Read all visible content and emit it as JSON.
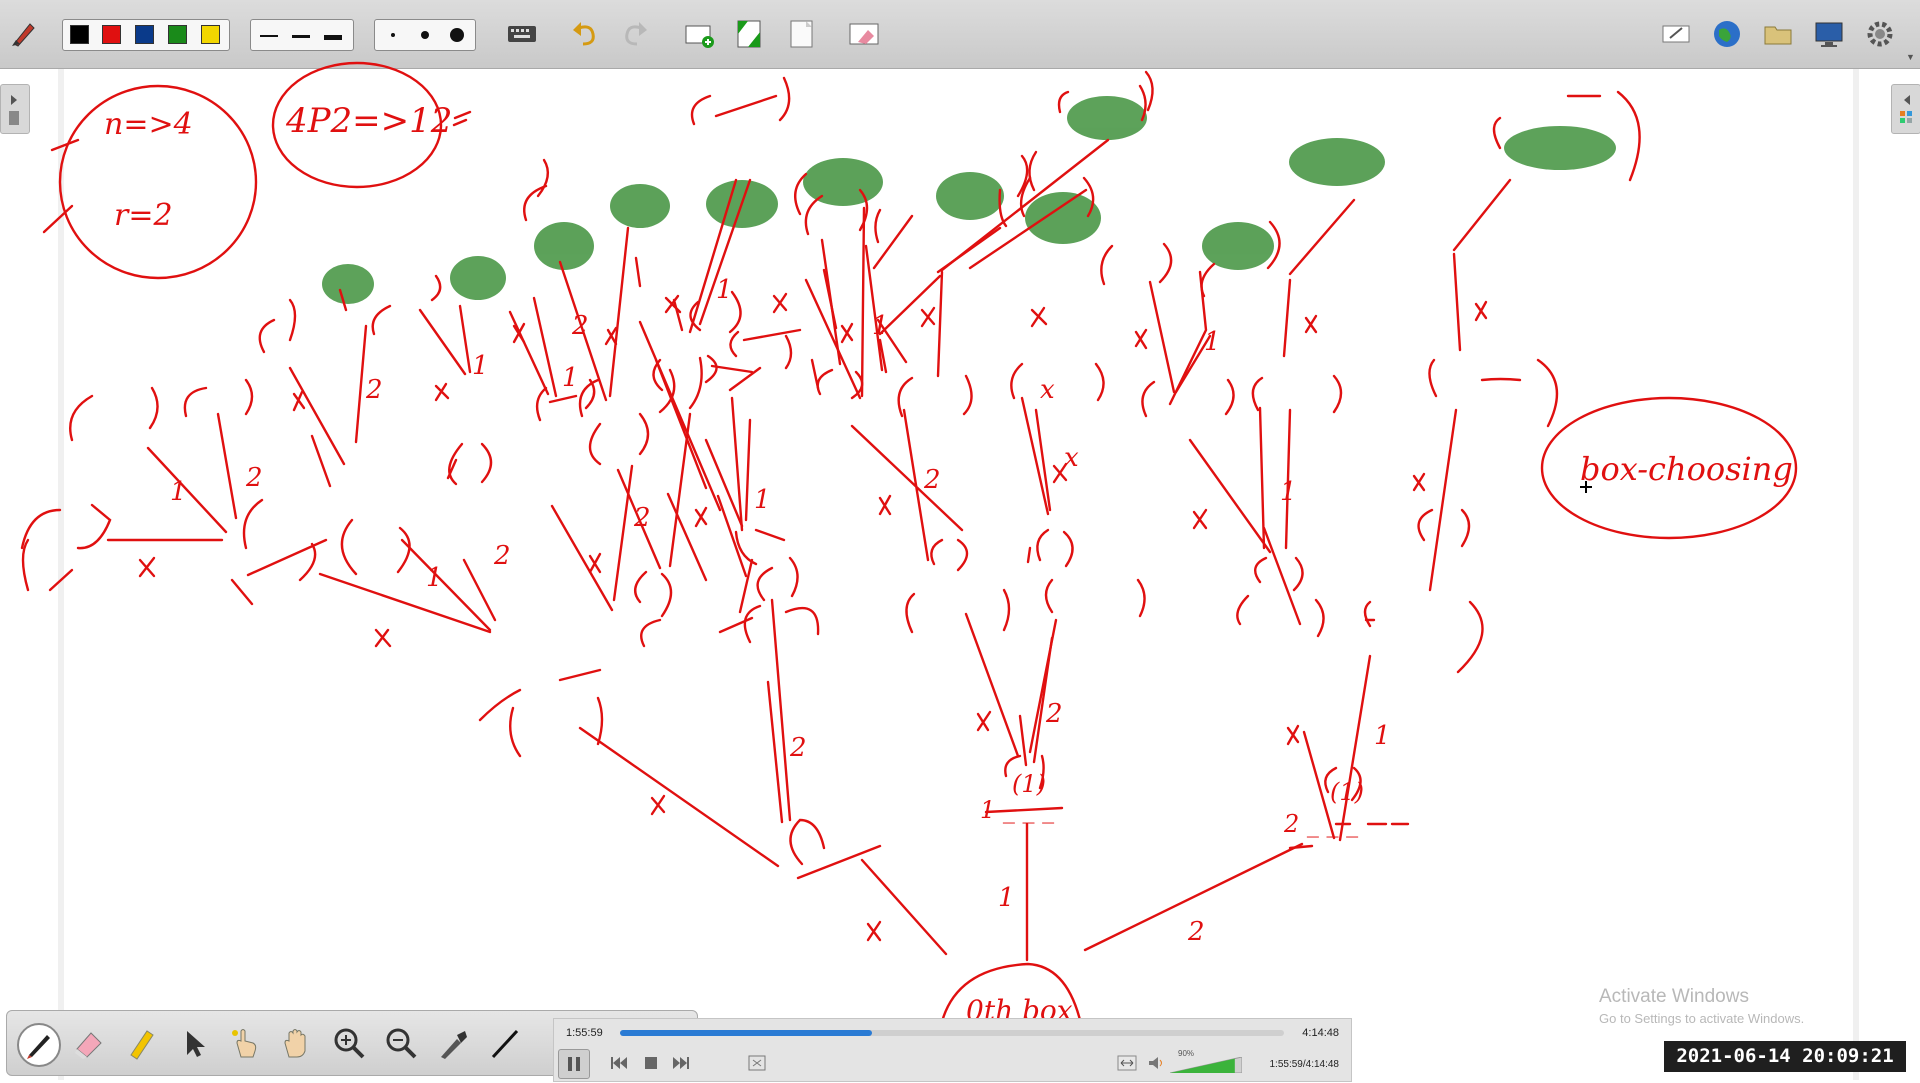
{
  "toolbar": {
    "colors": [
      "#000000",
      "#e01010",
      "#0a3a8a",
      "#1a8a1a",
      "#f2d600"
    ],
    "line_widths": [
      "thin",
      "medium",
      "thick"
    ],
    "dot_sizes": [
      "small",
      "medium",
      "large"
    ],
    "icons": [
      "pen-settings-icon",
      "keyboard-icon",
      "undo-icon",
      "redo-icon",
      "new-page-icon",
      "page-green-icon",
      "page-blank-icon",
      "clear-icon",
      "whiteboard-icon",
      "globe-icon",
      "folder-icon",
      "display-icon",
      "settings-icon"
    ]
  },
  "bottom_tools": {
    "icons": [
      "pen-icon",
      "eraser-icon",
      "highlighter-icon",
      "pointer-icon",
      "laser-hand-icon",
      "hand-pan-icon",
      "zoom-in-icon",
      "zoom-out-icon",
      "color-picker-icon",
      "line-tool-icon"
    ]
  },
  "player": {
    "current_time": "1:55:59",
    "total_time": "4:14:48",
    "position_text": "1:55:59/4:14:48",
    "progress_fraction": 0.38,
    "volume_percent": "90%",
    "volume_fraction": 0.9
  },
  "watermark": {
    "title": "Activate Windows",
    "subtitle": "Go to Settings to activate Windows."
  },
  "timestamp": "2021-06-14  20:09:21",
  "whiteboard": {
    "notes": {
      "n": "n=>4",
      "r": "r=2",
      "perm": "4P2=>12",
      "label": "box-choosing"
    },
    "root": "0th box",
    "level1": [
      "(1)",
      "1 _ _ _",
      "(1)",
      "2 _ _ _"
    ],
    "edge_marks": [
      "x",
      "1",
      "2"
    ]
  },
  "accent": "#e01010",
  "highlight": "#4f9a4c"
}
